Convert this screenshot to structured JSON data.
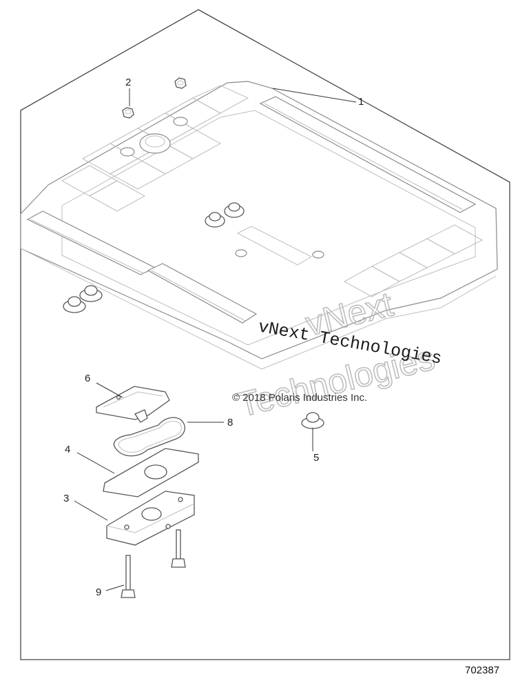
{
  "callouts": [
    {
      "id": "1",
      "label": "1"
    },
    {
      "id": "2",
      "label": "2"
    },
    {
      "id": "3",
      "label": "3"
    },
    {
      "id": "4",
      "label": "4"
    },
    {
      "id": "5",
      "label": "5"
    },
    {
      "id": "6",
      "label": "6"
    },
    {
      "id": "8",
      "label": "8"
    },
    {
      "id": "9",
      "label": "9"
    }
  ],
  "watermark": {
    "line1": "vNext Technologies",
    "outline_line1": "vNext",
    "outline_line2": "Technologies"
  },
  "copyright": "© 2018 Polaris Industries Inc.",
  "diagram_number": "702387"
}
